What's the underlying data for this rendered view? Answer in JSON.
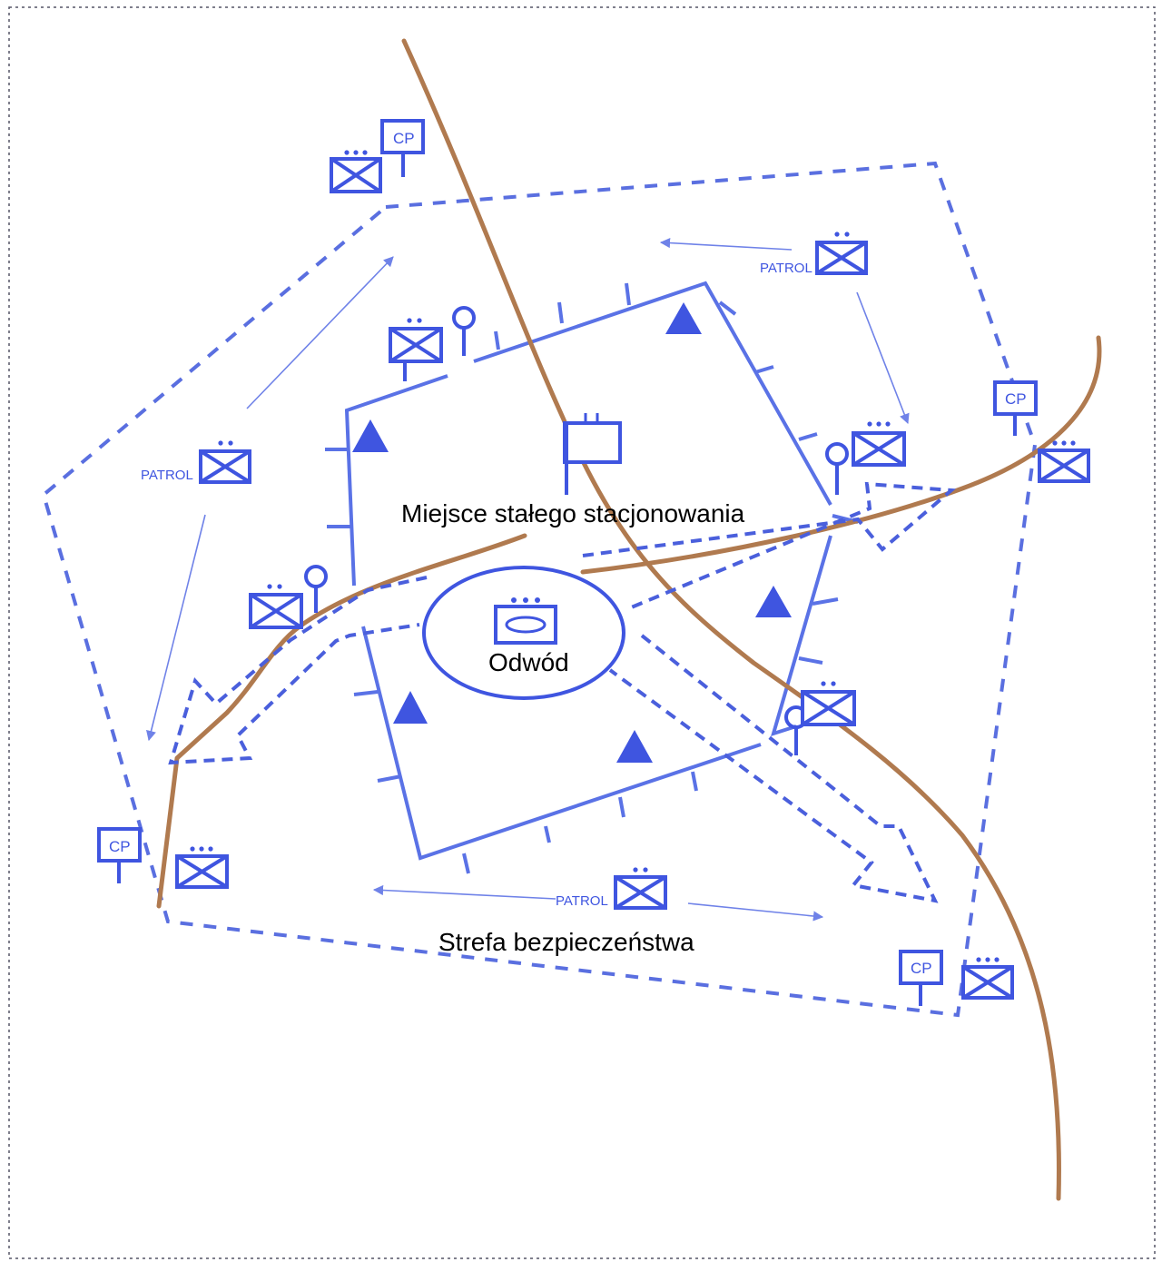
{
  "labels": {
    "base": "Miejsce stałego stacjonowania",
    "reserve": "Odwód",
    "security_zone": "Strefa bezpieczeństwa"
  },
  "patrol_label": "PATROL",
  "cp_label": "CP",
  "colors": {
    "symbols": "#3f55e0",
    "perimeter": "#5a6fe0",
    "roads": "#b07a4f",
    "text": "#000000"
  },
  "icons": [
    "infantry-unit-icon",
    "checkpoint-icon",
    "observation-post-icon",
    "triangle-position-icon",
    "hq-flag-icon",
    "reserve-unit-icon"
  ]
}
